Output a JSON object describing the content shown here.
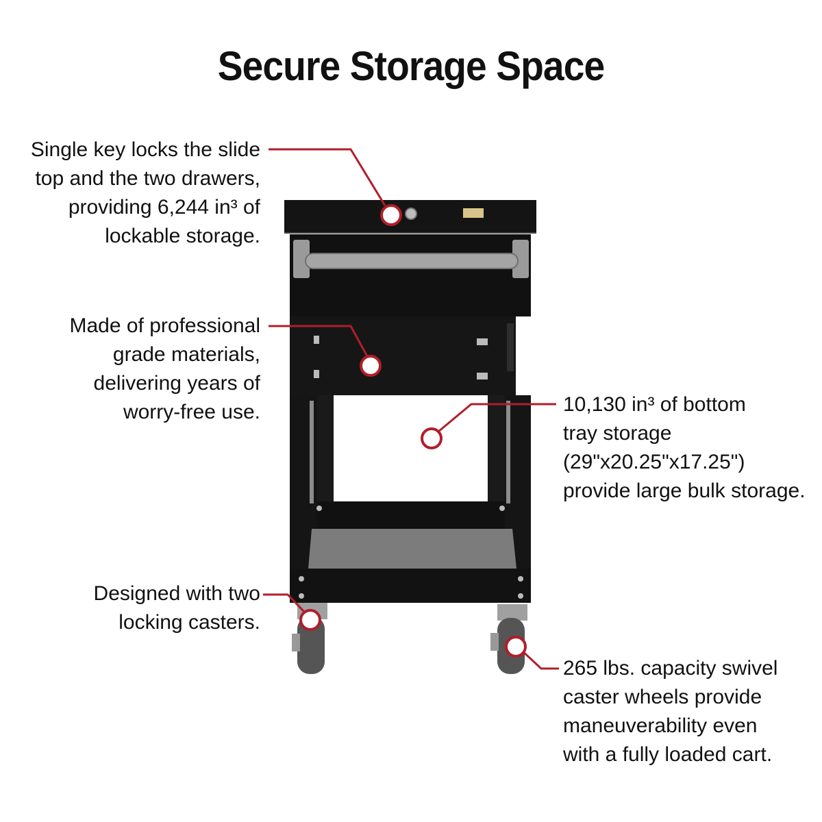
{
  "title": "Secure Storage Space",
  "colors": {
    "accent": "#b01e2a",
    "cart_body": "#141414",
    "handle": "#9a9a9a"
  },
  "callouts": {
    "lock": {
      "lines": [
        "Single key locks the slide",
        "top and the two drawers,",
        "providing 6,244 in³ of",
        "lockable storage."
      ]
    },
    "materials": {
      "lines": [
        "Made of professional",
        "grade materials,",
        "delivering years of",
        "worry-free use."
      ]
    },
    "tray": {
      "lines": [
        "10,130 in³ of bottom",
        "tray storage",
        "(29\"x20.25\"x17.25\")",
        "provide large bulk storage."
      ]
    },
    "casters": {
      "lines": [
        "Designed with two",
        "locking casters."
      ]
    },
    "capacity": {
      "lines": [
        "265 lbs. capacity swivel",
        "caster wheels provide",
        "maneuverability even",
        "with a fully loaded cart."
      ]
    }
  }
}
